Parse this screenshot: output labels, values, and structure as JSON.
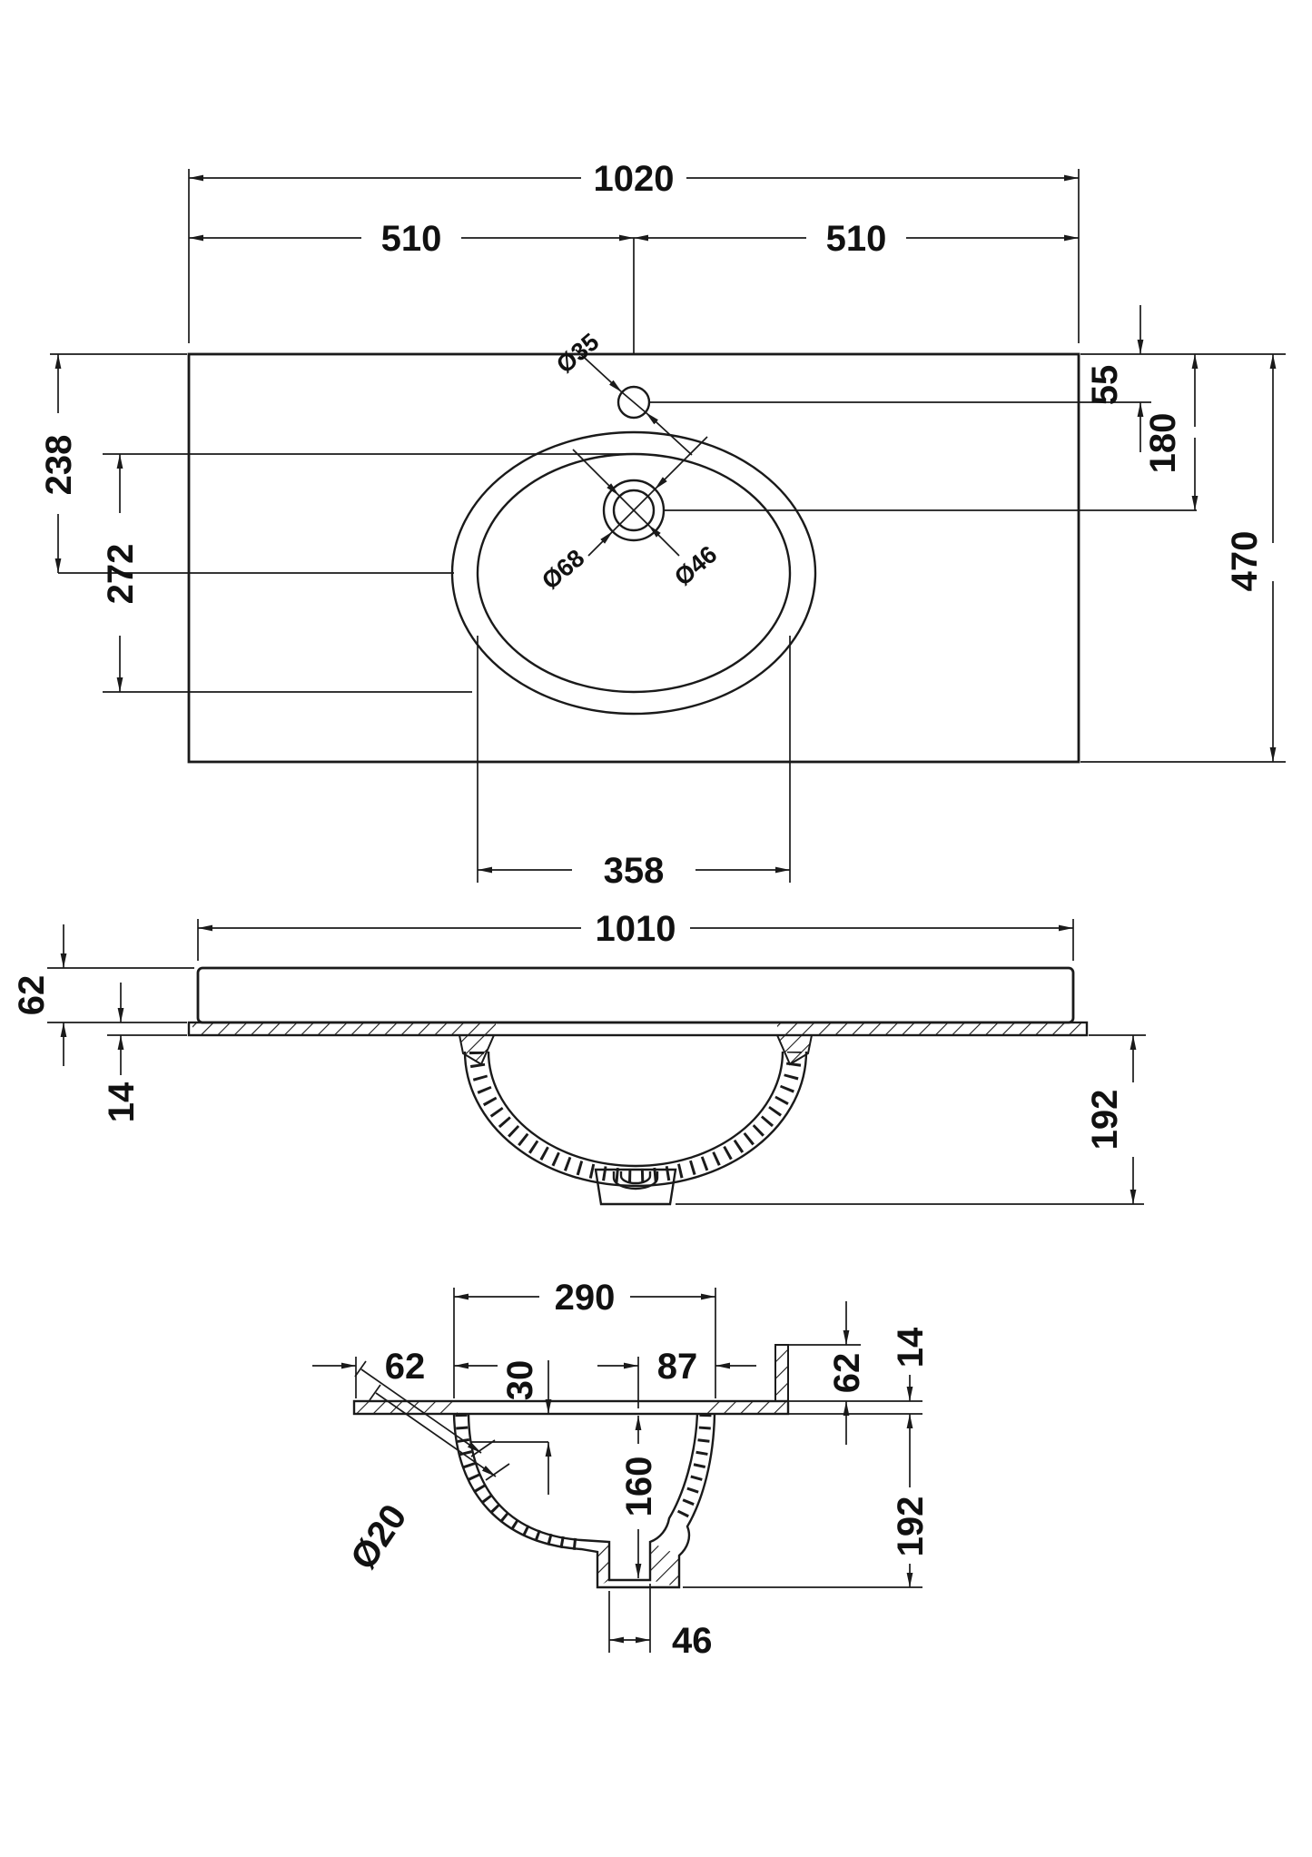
{
  "views": {
    "top": {
      "dims": {
        "overall_width": "1020",
        "left_half": "510",
        "right_half": "510",
        "back_to_basin_centre": "238",
        "basin_cutout_depth": "272",
        "back_to_tap_hole": "55",
        "back_to_waste_centre": "180",
        "overall_depth": "470",
        "basin_cutout_width": "358",
        "tap_hole_dia": "Ø35",
        "waste_outer_dia": "Ø68",
        "waste_inner_dia": "Ø46"
      }
    },
    "front": {
      "dims": {
        "basin_width": "1010",
        "front_edge_height": "62",
        "slab_thickness": "14",
        "bowl_depth": "192"
      }
    },
    "section": {
      "dims": {
        "bowl_top_width": "290",
        "front_edge_to_bowl": "62",
        "waste_centre_to_back": "87",
        "recess_depth": "30",
        "bowl_inner_depth": "160",
        "overflow_dia": "Ø20",
        "upstand_height": "62",
        "slab_thickness": "14",
        "bowl_depth": "192",
        "waste_outlet_width": "46"
      }
    }
  },
  "colors": {
    "line": "#1a1a1a",
    "background": "#ffffff"
  }
}
